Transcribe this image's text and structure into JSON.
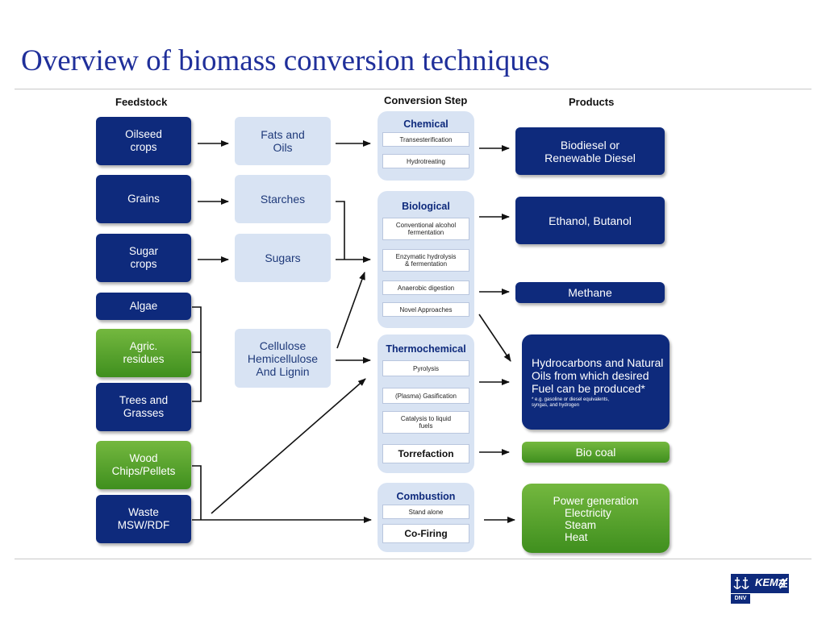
{
  "title": "Overview of biomass conversion techniques",
  "columns": {
    "feedstock": "Feedstock",
    "conversion": "Conversion Step",
    "products": "Products"
  },
  "feedstock": {
    "oilseed": [
      "Oilseed",
      "crops"
    ],
    "grains": "Grains",
    "sugar": [
      "Sugar",
      "crops"
    ],
    "algae": "Algae",
    "agric": [
      "Agric.",
      "residues"
    ],
    "trees": [
      "Trees and",
      "Grasses"
    ],
    "wood": [
      "Wood",
      "Chips/Pellets"
    ],
    "waste": [
      "Waste",
      "MSW/RDF"
    ]
  },
  "intermediates": {
    "fats": [
      "Fats and",
      "Oils"
    ],
    "starches": "Starches",
    "sugars": "Sugars",
    "cellulose": [
      "Cellulose",
      "Hemicellulose",
      "And Lignin"
    ]
  },
  "conversion": {
    "chemical": {
      "title": "Chemical",
      "steps": [
        "Transesterification",
        "Hydrotreating"
      ]
    },
    "biological": {
      "title": "Biological",
      "steps": [
        [
          "Conventional  alcohol",
          "fermentation"
        ],
        [
          "Enzymatic hydrolysis",
          "& fermentation"
        ],
        "Anaerobic  digestion",
        "Novel Approaches"
      ]
    },
    "thermochemical": {
      "title": "Thermochemical",
      "steps": [
        "Pyrolysis",
        "(Plasma) Gasification",
        [
          "Catalysis to liquid",
          "fuels"
        ],
        "Torrefaction"
      ]
    },
    "combustion": {
      "title": "Combustion",
      "steps": [
        "Stand alone",
        "Co-Firing"
      ]
    }
  },
  "products": {
    "biodiesel": [
      "Biodiesel or",
      "Renewable Diesel"
    ],
    "ethanol": "Ethanol, Butanol",
    "methane": "Methane",
    "hydrocarbons": [
      "Hydrocarbons and Natural",
      "Oils from which desired",
      "Fuel can be produced*"
    ],
    "hydrocarbons_note": [
      "* e.g. gasoline or diesel equivalents,",
      "syngas, and hydrogen"
    ],
    "biocoal": "Bio coal",
    "power": {
      "title": "Power generation",
      "items": [
        "Electricity",
        "Steam",
        "Heat"
      ]
    }
  },
  "logo": {
    "name": "KEMA",
    "sub": "DNV"
  },
  "colors": {
    "navy": "#0e2a7c",
    "green": "#4f9e2a",
    "light_blue": "#d8e3f3",
    "title_blue": "#1f2f9a"
  }
}
